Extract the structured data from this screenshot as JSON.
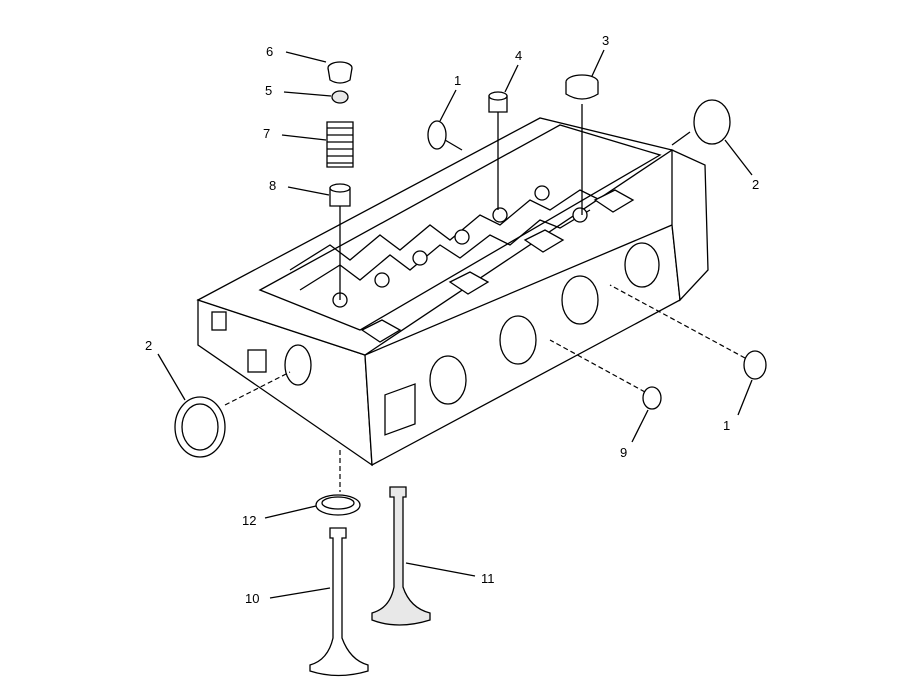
{
  "diagram": {
    "type": "exploded parts diagram",
    "callouts": {
      "valve_cap_6": "6",
      "valve_keeper_5": "5",
      "valve_spring_7": "7",
      "valve_seal_8": "8",
      "plug_top_1": "1",
      "valve_seal_4": "4",
      "cup_3": "3",
      "plug_right_2": "2",
      "plug_left_2": "2",
      "plug_side_1": "1",
      "plug_9": "9",
      "insert_12": "12",
      "valve_10": "10",
      "valve_11": "11"
    }
  }
}
